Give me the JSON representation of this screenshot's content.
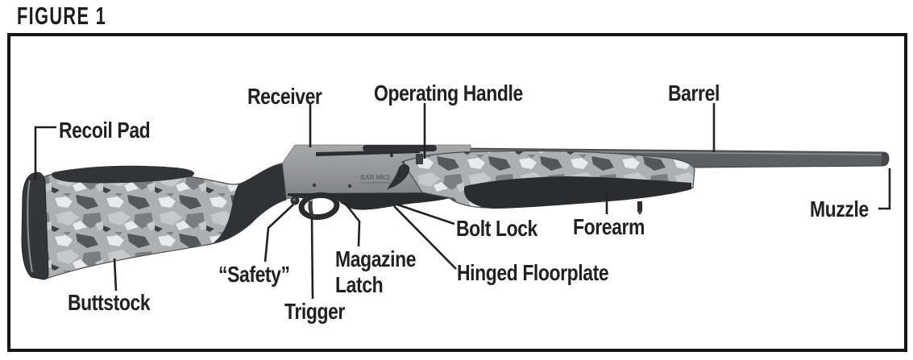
{
  "figure": {
    "title": "FIGURE 1"
  },
  "parts": {
    "recoil_pad": "Recoil Pad",
    "receiver": "Receiver",
    "operating_handle": "Operating Handle",
    "barrel": "Barrel",
    "muzzle": "Muzzle",
    "buttstock": "Buttstock",
    "safety": "“Safety”",
    "trigger": "Trigger",
    "magazine_latch": {
      "line1": "Magazine",
      "line2": "Latch"
    },
    "bolt_lock": "Bolt Lock",
    "forearm": "Forearm",
    "hinged_floorplate": "Hinged Floorplate"
  },
  "rifle": {
    "engraving": "BAR MK3"
  },
  "colors": {
    "label_text": "#232021",
    "frame_border": "#161616",
    "receiver_gray": "#9b9c9e",
    "barrel_gray": "#5e5f61",
    "dark_parts": "#2b2c2e",
    "camo_white": "#e9eaeb",
    "camo_light": "#c8c9cb",
    "camo_base": "#aeafb1",
    "camo_mid": "#7c7d7f",
    "camo_dark": "#55565a"
  }
}
